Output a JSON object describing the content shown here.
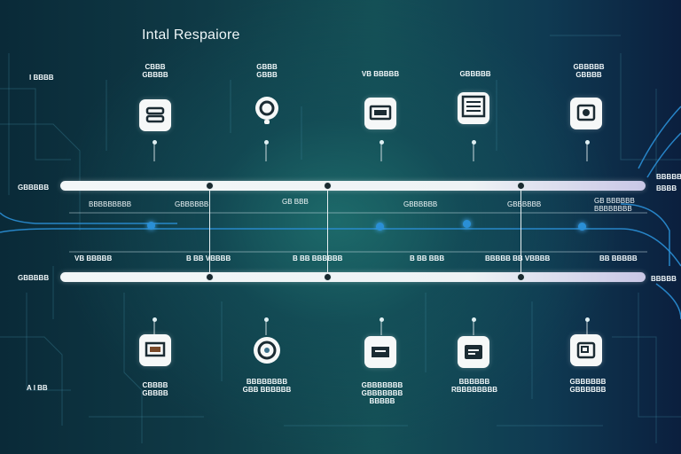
{
  "title": "Intal Respaiore",
  "colors": {
    "accent": "#2a8fd6",
    "card": "#f6f8f8",
    "background": "#0f3a46"
  },
  "left_labels": [
    "I BBBB",
    "GBBBBB",
    "GBBBBB",
    "A I BB"
  ],
  "right_labels": [
    "BBBBB",
    "BBBB",
    "BBBBB"
  ],
  "top_items": [
    {
      "label": "CBBB\nGBBBB",
      "icon": "server-icon"
    },
    {
      "label": "GBBB\nGBBB",
      "icon": "magnifier-icon"
    },
    {
      "label": "VB BBBBB",
      "icon": "monitor-icon"
    },
    {
      "label": "GBBBBB",
      "icon": "document-icon"
    },
    {
      "label": "GBBBBB\nGBBBB",
      "icon": "chat-camera-icon"
    }
  ],
  "bottom_items": [
    {
      "label": "CBBBB\nGBBBB",
      "icon": "screen-icon"
    },
    {
      "label": "BBBBBBBB\nGBB BBBBBB",
      "icon": "target-icon"
    },
    {
      "label": "GBBBBBBB\nGBBBBBBB\nBBBBB",
      "icon": "tablet-icon"
    },
    {
      "label": "BBBBBB\nRBBBBBBBB",
      "icon": "card-icon"
    },
    {
      "label": "GBBBBBB\nGBBBBBB",
      "icon": "window-icon"
    }
  ],
  "mid_labels_upper": [
    "BBBBBBBBB",
    "GBBBBBB",
    "GB BBB",
    "GBBBBBB",
    "GBBBBBB",
    "GB BBBBBB\nBBBBBBBB"
  ],
  "mid_labels_lower": [
    "VB BBBBB",
    "B BB VBBBB",
    "B BB BBBBBB",
    "B BB BBB",
    "BBBBB BB VBBBB",
    "BB BBBBB"
  ]
}
